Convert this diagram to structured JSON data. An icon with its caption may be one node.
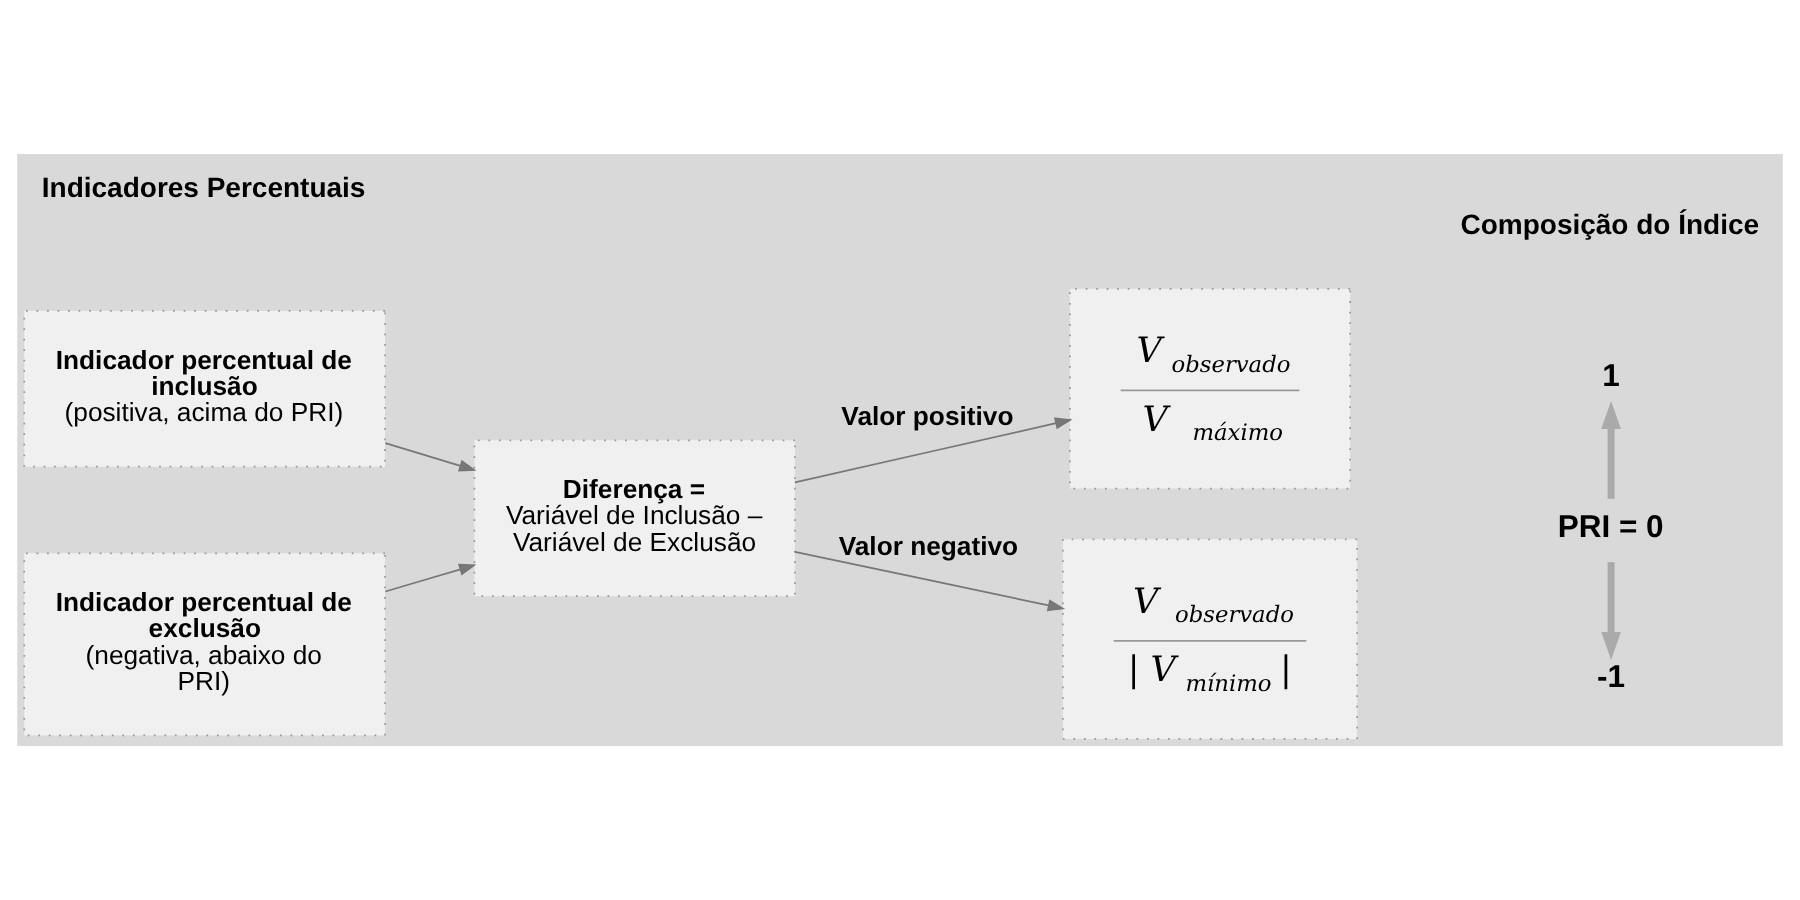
{
  "diagram": {
    "nodes": [
      {
        "text": [
          "Indicador percentual de inclusão",
          "(positiva, acima do PRI)"
        ]
      },
      {
        "text": [
          "Indicador percentual de exclusão",
          "(negativa, abaixo do PRI)"
        ]
      },
      {
        "text": [
          "Diferença =",
          "Variável de Inclusão – Variável de Exclusão"
        ]
      },
      {
        "text": [
          "V$_{observado}$",
          "V$_{máximo}$"
        ]
      },
      {
        "text": [
          "V$_{observado}$",
          "| V$_{mínimo}$ |"
        ]
      },
      {
        "text": [
          "1"
        ]
      },
      {
        "text": [
          "PRI = 0"
        ]
      },
      {
        "text": [
          "-1"
        ]
      }
    ],
    "edges": [
      {
        "from": 0,
        "to": 2,
        "arrow": "to"
      },
      {
        "from": 1,
        "to": 2,
        "arrow": "to"
      },
      {
        "from": 2,
        "to": 3,
        "arrow": "to",
        "label": "Valor positivo"
      },
      {
        "from": 2,
        "to": 4,
        "arrow": "to",
        "label": "Valor negativo"
      },
      {
        "from": 6,
        "to": 5,
        "arrow": "to",
        "style": "thick",
        "color": "#aaaaaa"
      },
      {
        "from": 6,
        "to": 7,
        "arrow": "to",
        "style": "thick",
        "color": "#aaaaaa"
      }
    ],
    "labels": [
      "Indicadores Percentuais",
      "Composição do Índice"
    ]
  }
}
